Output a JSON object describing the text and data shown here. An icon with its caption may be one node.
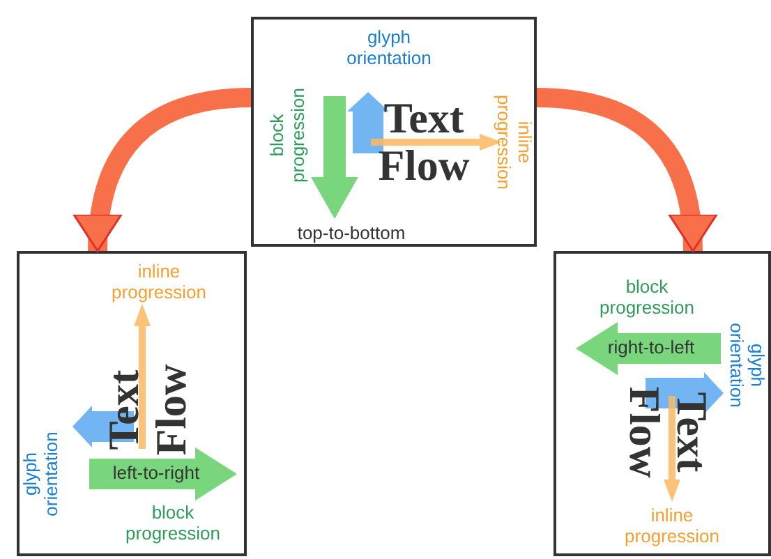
{
  "diagram": {
    "nodes": [
      {
        "text": [
          "glyph orientation",
          "block progression",
          "Text Flow",
          "inline progression",
          "top-to-bottom"
        ]
      },
      {
        "text": [
          "inline progression",
          "Text Flow",
          "glyph orientation",
          "left-to-right",
          "block progression"
        ]
      },
      {
        "text": [
          "block progression",
          "right-to-left",
          "Text Flow",
          "glyph orientation",
          "inline progression"
        ]
      }
    ],
    "edges": [
      {
        "from": 0,
        "to": 1,
        "arrow": "to"
      },
      {
        "from": 0,
        "to": 2,
        "arrow": "to"
      }
    ]
  }
}
